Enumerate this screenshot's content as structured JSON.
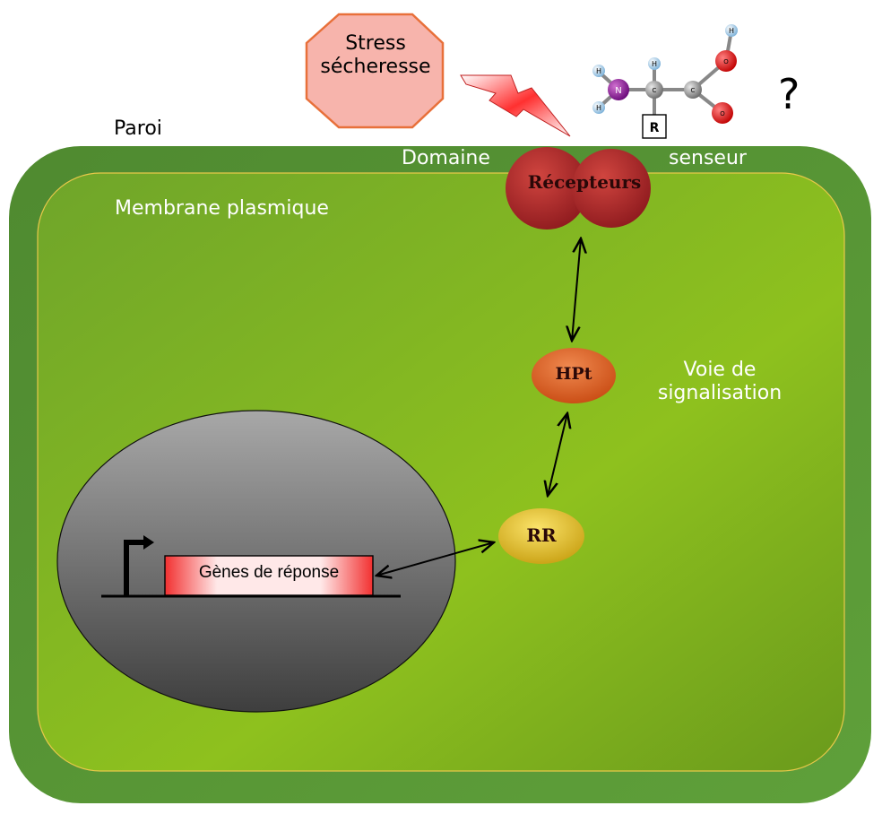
{
  "labels": {
    "wall": "Paroi",
    "membrane": "Membrane plasmique",
    "sensor_domain_left": "Domaine",
    "sensor_domain_right": "senseur",
    "pathway_line1": "Voie de",
    "pathway_line2": "signalisation",
    "stress_line1": "Stress",
    "stress_line2": "sécheresse",
    "unknown": "?",
    "genes": "Gènes de réponse"
  },
  "proteins": {
    "receptors": "Récepteurs",
    "hpt": "HPt",
    "rr": "RR"
  },
  "molecule": {
    "atoms": [
      "H",
      "H",
      "N",
      "H",
      "C",
      "C",
      "H",
      "O",
      "O",
      "R"
    ]
  },
  "colors": {
    "wall": "#5e9a3c",
    "cytoplasm": "#8cbf1f",
    "membrane_line": "#e8c84a",
    "nucleus": "#7a7a7a",
    "receptor": "#b3262a",
    "hpt": "#e0621c",
    "rr": "#ecc52a",
    "stress_fill": "#f7b4ac",
    "stress_border": "#e8703a",
    "gene_box": "#f03a3a"
  }
}
